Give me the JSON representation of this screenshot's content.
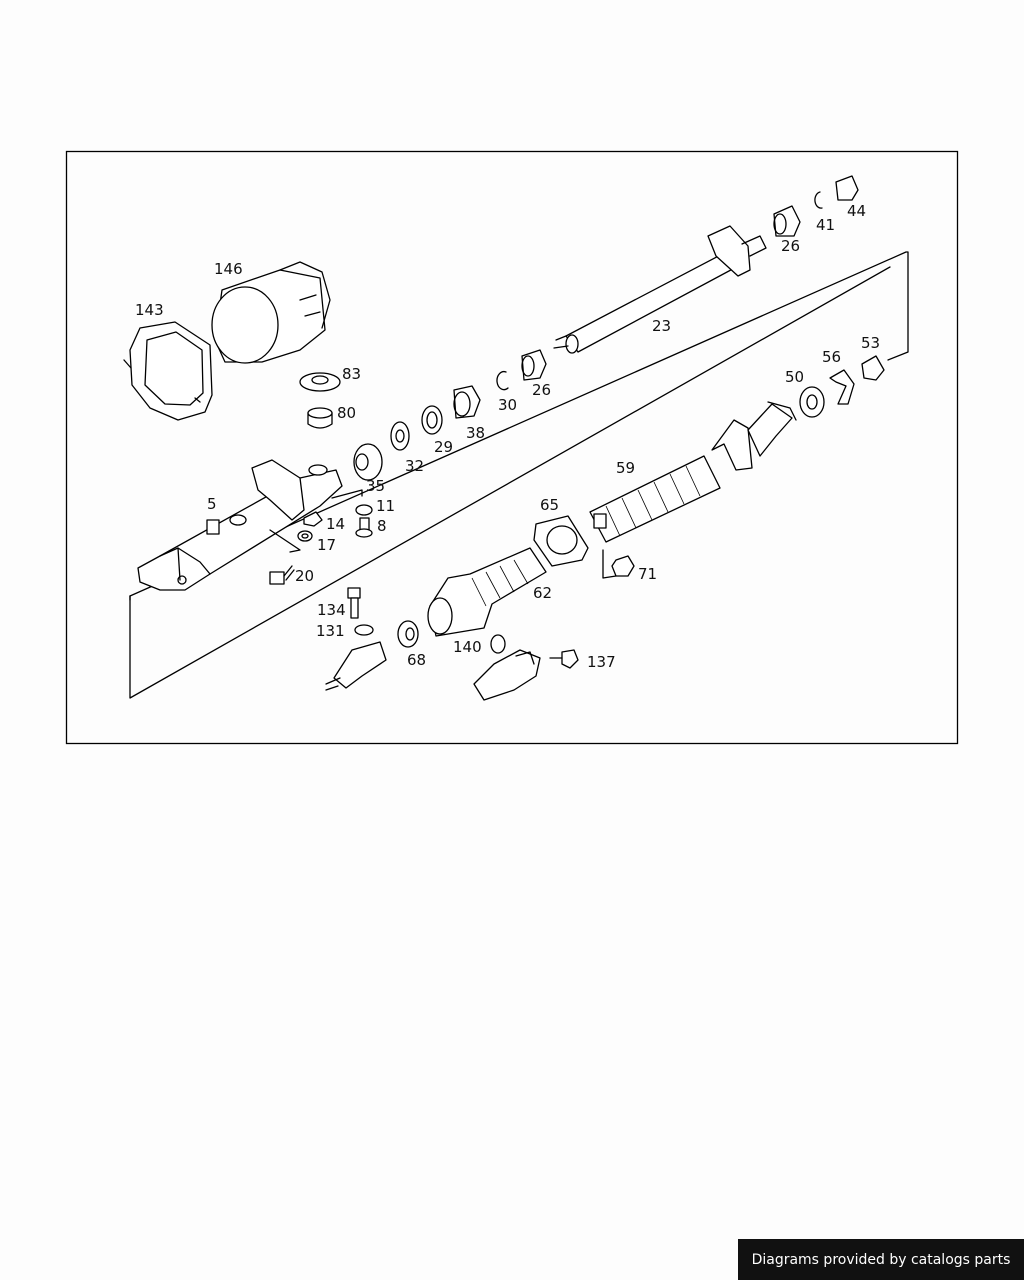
{
  "diagram": {
    "callouts": [
      "5",
      "8",
      "11",
      "14",
      "17",
      "20",
      "23",
      "26",
      "26",
      "29",
      "30",
      "32",
      "35",
      "38",
      "41",
      "44",
      "50",
      "53",
      "56",
      "59",
      "62",
      "65",
      "68",
      "71",
      "80",
      "83",
      "131",
      "134",
      "137",
      "140",
      "143",
      "146"
    ]
  },
  "footer": {
    "text": "Diagrams provided by catalogs parts"
  }
}
